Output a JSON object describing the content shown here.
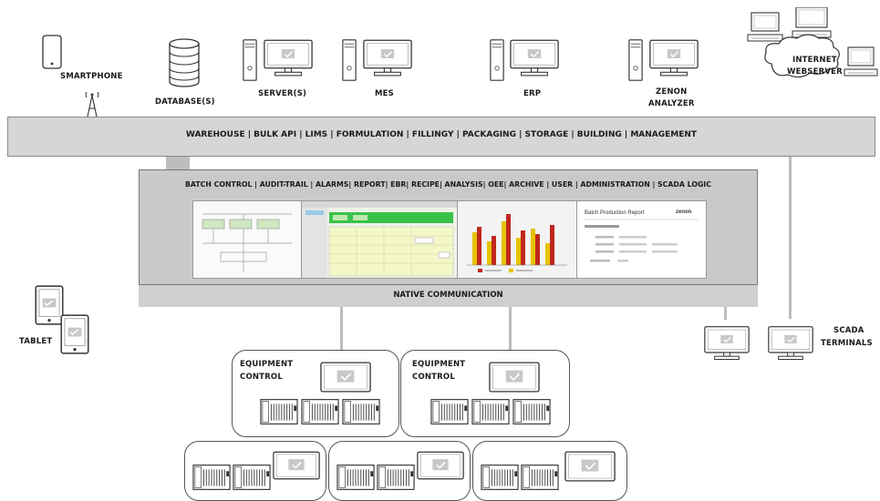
{
  "devices": {
    "smartphone": "SMARTPHONE",
    "database": "DATABASE(S)",
    "server": "SERVER(S)",
    "mes": "MES",
    "erp": "ERP",
    "analyzer_line1": "ZENON",
    "analyzer_line2": "ANALYZER",
    "webserver_line1": "INTERNET",
    "webserver_line2": "WEBSERVER",
    "tablet": "TABLET",
    "scada_line1": "SCADA",
    "scada_line2": "TERMINALS"
  },
  "top_bar": "WAREHOUSE | BULK API | LIMS | FORMULATION | FILLINGY | PACKAGING | STORAGE | BUILDING | MANAGEMENT",
  "main_panel": {
    "modules": "BATCH CONTROL | AUDIT-TRAIL | ALARMS| REPORT| EBR| RECIPE| ANALYSIS| OEE| ARCHIVE | USER | ADMINISTRATION | SCADA LOGIC",
    "native_comm": "NATIVE COMMUNICATION",
    "report_title": "Batch Production Report",
    "report_brand": "zenon"
  },
  "equipment": {
    "line1": "EQUIPMENT",
    "line2": "CONTROL"
  },
  "colors": {
    "bar_gray": "#d6d6d6",
    "panel_gray": "#c9c9c9",
    "connector": "#bdbdbd",
    "screen_green": "#b9e3a8",
    "chart_red": "#c0281e",
    "chart_yellow": "#e7c200"
  }
}
